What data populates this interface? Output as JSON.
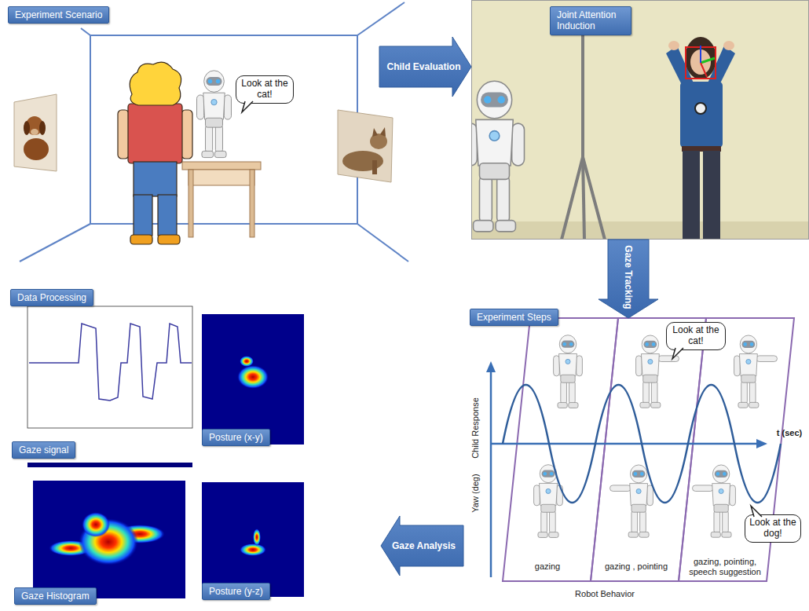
{
  "diagram": {
    "nodes": [
      {
        "text": [
          "Experiment Scenario"
        ]
      },
      {
        "text": [
          "Look at the cat!"
        ],
        "in": 0
      },
      {
        "text": [
          "Joint Attention Induction"
        ]
      },
      {
        "text": [
          "Experiment Steps"
        ]
      },
      {
        "text": [
          "Look at the cat!"
        ],
        "in": 3
      },
      {
        "text": [
          "Look at the dog!"
        ],
        "in": 3
      },
      {
        "text": [
          "Data Processing"
        ]
      },
      {
        "text": [
          "Gaze signal"
        ],
        "in": 6
      },
      {
        "text": [
          "Posture (x-y)"
        ],
        "in": 6
      },
      {
        "text": [
          "Gaze Histogram"
        ],
        "in": 6
      },
      {
        "text": [
          "Posture (y-z)"
        ],
        "in": 6
      }
    ],
    "edges": [
      {
        "from": 0,
        "to": 2,
        "label": "Child Evaluation",
        "arrow": "to"
      },
      {
        "from": 2,
        "to": 3,
        "label": "Gaze Tracking",
        "arrow": "to"
      },
      {
        "from": 3,
        "to": 6,
        "label": "Gaze Analysis",
        "arrow": "to"
      }
    ],
    "labels": [
      "Child Response",
      "Yaw (deg)",
      "t (sec)",
      "gazing",
      "gazing , pointing",
      "gazing, pointing, speech suggestion",
      "Robot Behavior"
    ]
  }
}
